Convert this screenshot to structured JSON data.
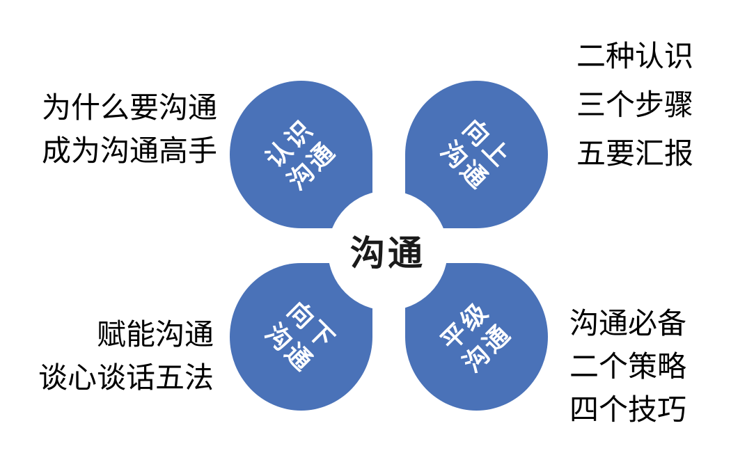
{
  "center": {
    "label": "沟通"
  },
  "petals": {
    "top_left": {
      "line1": "认识",
      "line2": "沟通"
    },
    "top_right": {
      "line1": "向上",
      "line2": "沟通"
    },
    "bottom_left": {
      "line1": "向下",
      "line2": "沟通"
    },
    "bottom_right": {
      "line1": "平级",
      "line2": "沟通"
    }
  },
  "annotations": {
    "top_left": {
      "lines": [
        "为什么要沟通",
        "成为沟通高手"
      ]
    },
    "top_right": {
      "lines": [
        "二种认识",
        "三个步骤",
        "五要汇报"
      ]
    },
    "bottom_left": {
      "lines": [
        "赋能沟通",
        "谈心谈话五法"
      ]
    },
    "bottom_right": {
      "lines": [
        "沟通必备",
        "二个策略",
        "四个技巧"
      ]
    }
  },
  "colors": {
    "petal_fill": "#4a72b8",
    "petal_text": "#ffffff",
    "center_text": "#1a1a1a",
    "annotation_text": "#000000",
    "background": "#ffffff"
  }
}
